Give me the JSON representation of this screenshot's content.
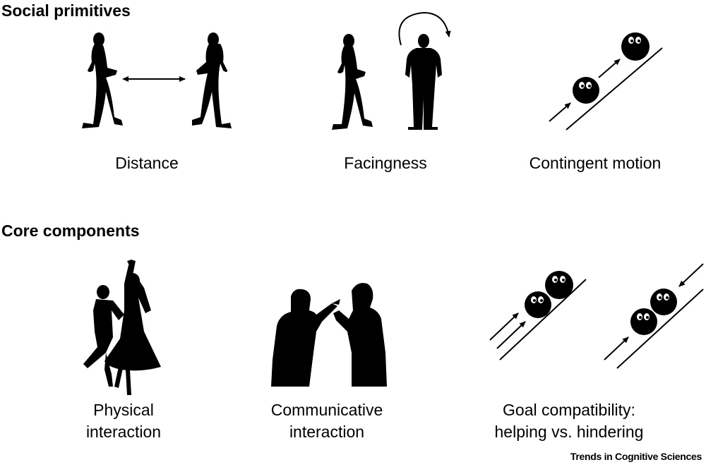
{
  "sections": [
    {
      "title": "Social primitives",
      "panels": [
        {
          "caption_lines": [
            "Distance"
          ]
        },
        {
          "caption_lines": [
            "Facingness"
          ]
        },
        {
          "caption_lines": [
            "Contingent motion"
          ]
        }
      ]
    },
    {
      "title": "Core components",
      "panels": [
        {
          "caption_lines": [
            "Physical",
            "interaction"
          ]
        },
        {
          "caption_lines": [
            "Communicative",
            "interaction"
          ]
        },
        {
          "caption_lines": [
            "Goal compatibility:",
            "helping vs. hindering"
          ]
        }
      ]
    }
  ],
  "credit": "Trends in Cognitive Sciences",
  "colors": {
    "ink": "#000000",
    "background": "#ffffff"
  }
}
